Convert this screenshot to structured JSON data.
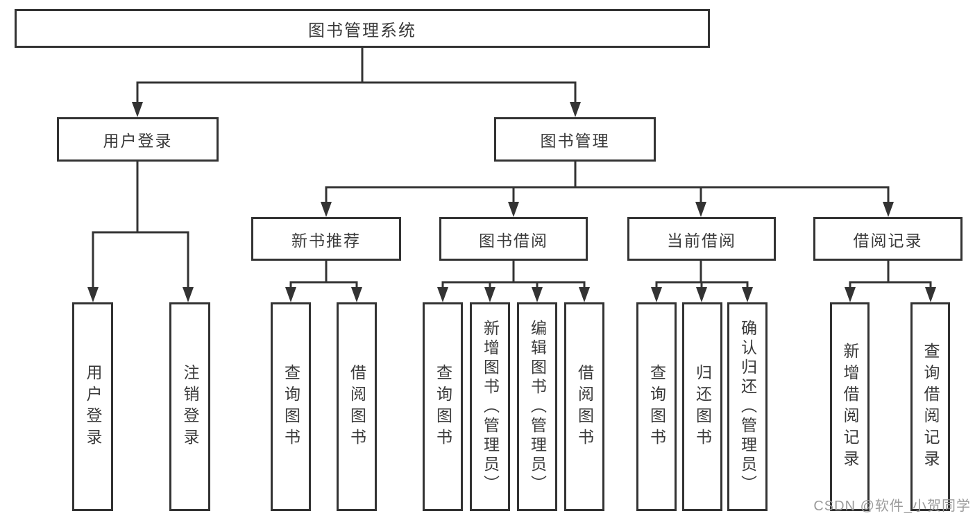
{
  "nodes": {
    "root": "图书管理系统",
    "level2": {
      "user": "用户登录",
      "mgmt": "图书管理"
    },
    "level3": {
      "recommend": "新书推荐",
      "borrow": "图书借阅",
      "current": "当前借阅",
      "records": "借阅记录"
    },
    "leaves": {
      "user": [
        "用户登录",
        "注销登录"
      ],
      "recommend": [
        "查询图书",
        "借阅图书"
      ],
      "borrow": [
        "查询图书",
        "新增图书（管理员）",
        "编辑图书（管理员）",
        "借阅图书"
      ],
      "current": [
        "查询图书",
        "归还图书",
        "确认归还（管理员）"
      ],
      "records": [
        "新增借阅记录",
        "查询借阅记录"
      ]
    }
  },
  "watermark": "CSDN @软件_小贺同学",
  "colors": {
    "line": "#333333",
    "box_border": "#333333",
    "text": "#3a3a3a",
    "watermark": "#9b9b9b",
    "background": "#ffffff"
  }
}
